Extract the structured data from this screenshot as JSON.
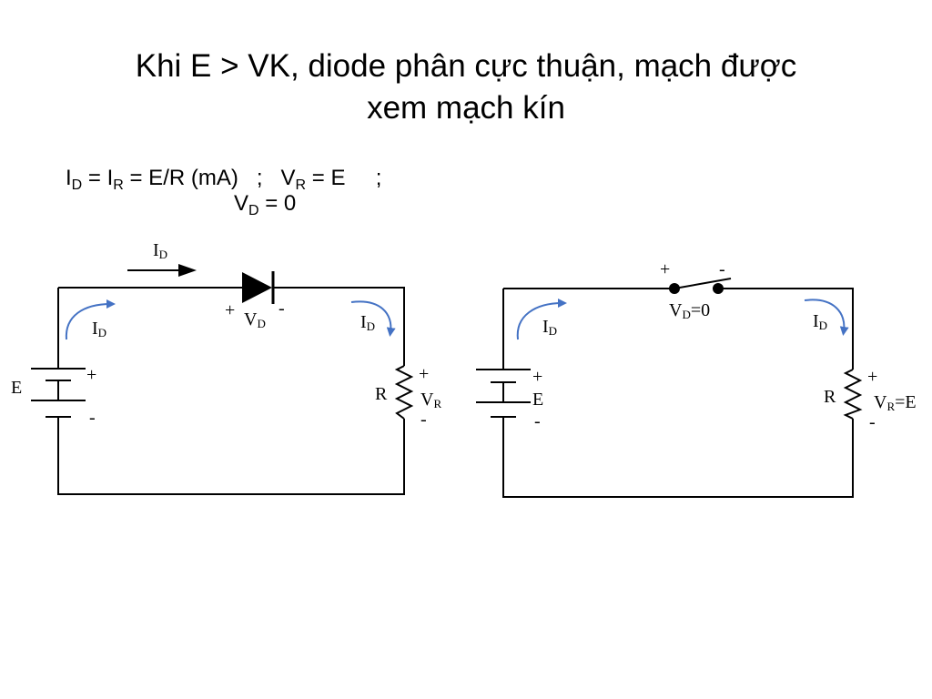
{
  "title": {
    "line1": "Khi E > VK, diode phân cực thuận, mạch được",
    "line2": "xem mạch kín"
  },
  "formula": {
    "id_main": "I",
    "id_sub": "D",
    "eq1": " = ",
    "ir_main": "I",
    "ir_sub": "R",
    "eq2": " = E/R (mA)   ;   ",
    "vr_main": "V",
    "vr_sub": "R",
    "eq3": " = E     ;",
    "vd_main": "V",
    "vd_sub": "D",
    "eq4": " = 0"
  },
  "left_circuit": {
    "id_top_main": "I",
    "id_top_sub": "D",
    "id_left_main": "I",
    "id_left_sub": "D",
    "id_right_main": "I",
    "id_right_sub": "D",
    "vd_plus": "+",
    "vd_main": "V",
    "vd_sub": "D",
    "vd_minus": "-",
    "battery_label": "E",
    "battery_plus": "+",
    "battery_minus": "-",
    "resistor_label": "R",
    "vr_plus": "+",
    "vr_main": "V",
    "vr_sub": "R",
    "vr_minus": "-"
  },
  "right_circuit": {
    "switch_plus": "+",
    "switch_minus": "-",
    "vd_main": "V",
    "vd_sub": "D",
    "vd_value": "=0",
    "id_left_main": "I",
    "id_left_sub": "D",
    "id_right_main": "I",
    "id_right_sub": "D",
    "battery_plus": "+",
    "battery_label": "E",
    "battery_minus": "-",
    "resistor_label": "R",
    "vr_plus": "+",
    "vr_main": "V",
    "vr_sub": "R",
    "vr_value": "=E",
    "vr_minus": "-"
  },
  "colors": {
    "wire": "#000000",
    "current_arrow": "#4472c4"
  }
}
